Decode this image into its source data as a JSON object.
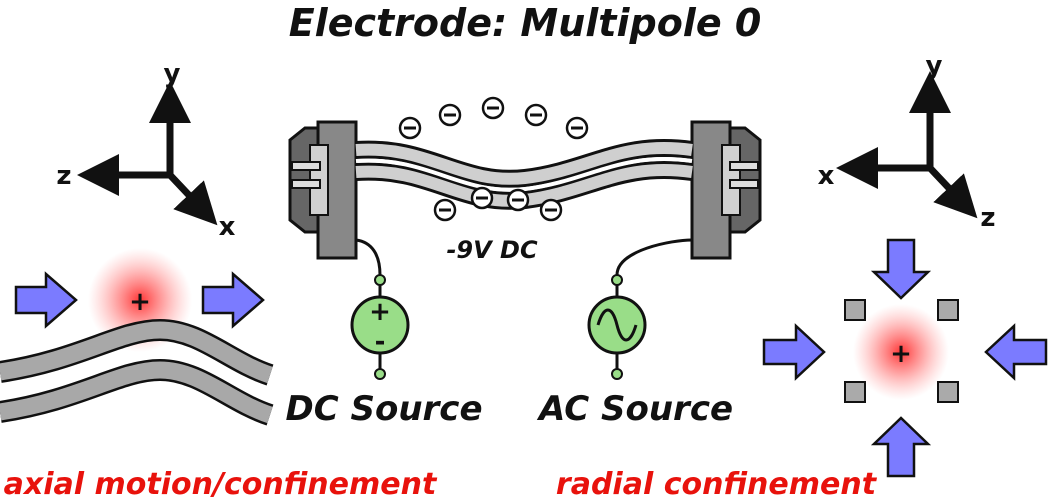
{
  "title": "Electrode: Multipole 0",
  "left_axes": {
    "y": "y",
    "z": "z",
    "x": "x"
  },
  "right_axes": {
    "y": "y",
    "x": "x",
    "z": "z"
  },
  "voltage_label": "-9V DC",
  "dc_source": {
    "label": "DC Source",
    "plus": "+",
    "minus": "-"
  },
  "ac_source": {
    "label": "AC Source"
  },
  "ion_charge": "+",
  "electron_symbol": "⊖",
  "captions": {
    "left": "axial motion/confinement",
    "right": "radial confinement"
  },
  "colors": {
    "arrow": "#7b7bff",
    "source": "#99dd88",
    "ion": "#ff3b3b",
    "caption": "#e8120c",
    "electrode": "#aaaaaa"
  }
}
